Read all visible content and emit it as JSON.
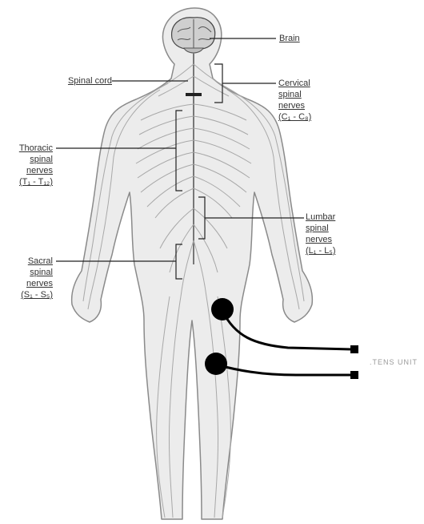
{
  "labels": {
    "brain": "Brain",
    "spinal_cord": "Spinal cord",
    "cervical": [
      "Cervical",
      "spinal",
      "nerves",
      "(C₁ - C₈)"
    ],
    "thoracic": [
      "Thoracic",
      "spinal",
      "nerves",
      "(T₁ - T₁₂)"
    ],
    "lumbar": [
      "Lumbar",
      "spinal",
      "nerves",
      "(L₁ - L₅)"
    ],
    "sacral": [
      "Sacral",
      "spinal",
      "nerves",
      "(S₁ - S₅)"
    ],
    "device": ".TENS UNIT"
  },
  "colors": {
    "body_fill": "#ececec",
    "body_stroke": "#8a8a8a",
    "nerve": "#a8a8a8",
    "leader": "#222222",
    "electrode": "#000000"
  }
}
